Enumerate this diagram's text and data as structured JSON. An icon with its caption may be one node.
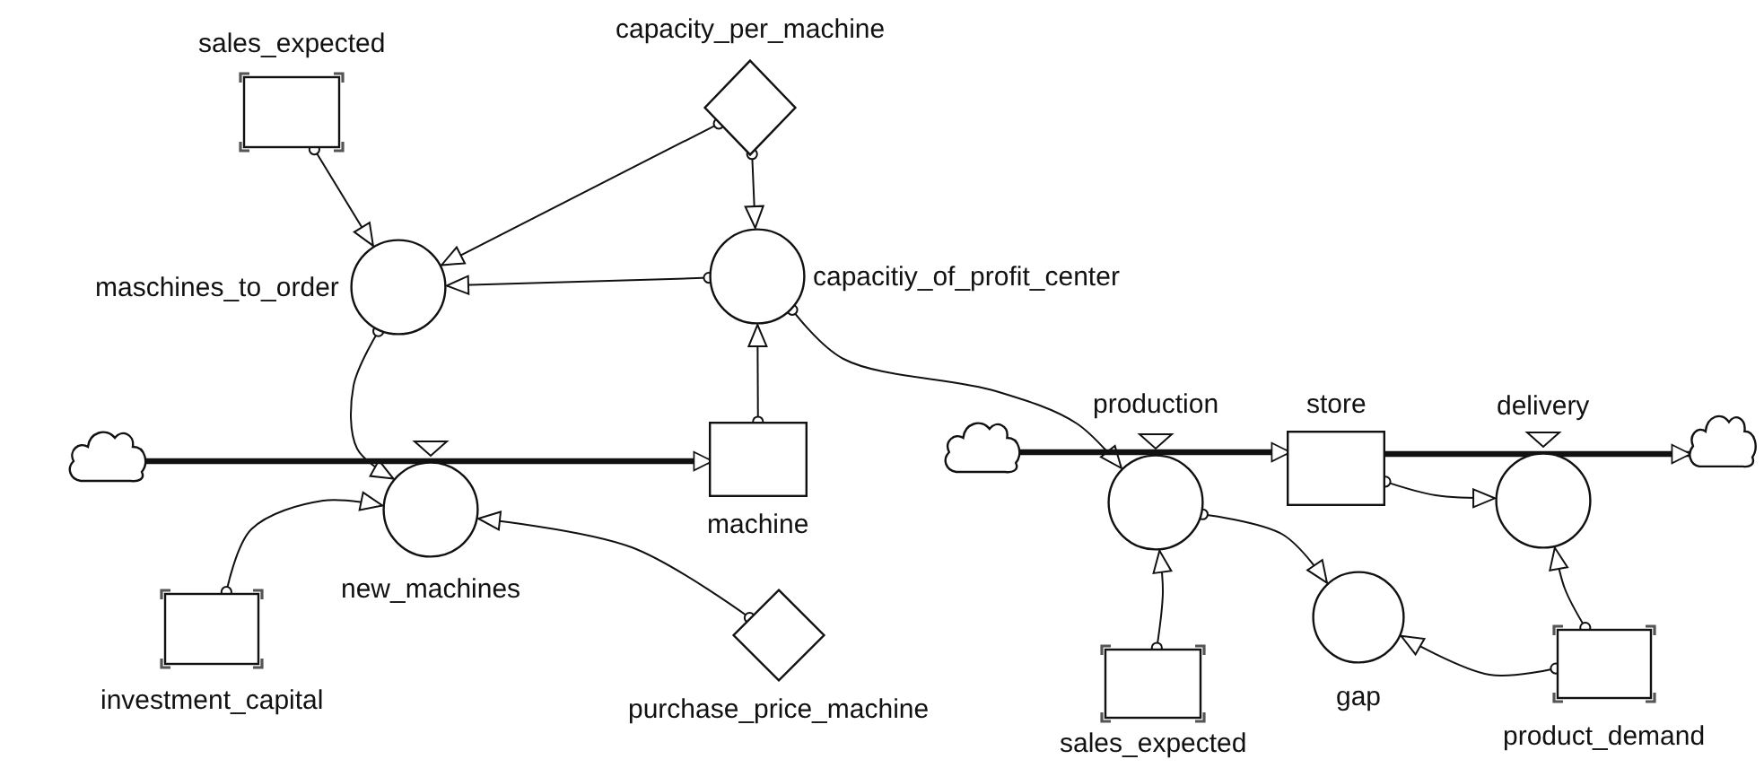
{
  "diagram": {
    "nodes": [
      {
        "text": [
          "sales_expected"
        ]
      },
      {
        "text": [
          "capacity_per_machine"
        ]
      },
      {
        "text": [
          "maschines_to_order"
        ]
      },
      {
        "text": [
          "capacitiy_of_profit_center"
        ]
      },
      {
        "text": [],
        "shape": "cloud"
      },
      {
        "text": [
          "new_machines"
        ]
      },
      {
        "text": [
          "machine"
        ]
      },
      {
        "text": [
          "investment_capital"
        ]
      },
      {
        "text": [
          "purchase_price_machine"
        ]
      },
      {
        "text": [],
        "shape": "cloud"
      },
      {
        "text": [
          "production"
        ]
      },
      {
        "text": [
          "store"
        ]
      },
      {
        "text": [
          "delivery"
        ]
      },
      {
        "text": [],
        "shape": "cloud"
      },
      {
        "text": [
          "gap"
        ]
      },
      {
        "text": [
          "sales_expected"
        ]
      },
      {
        "text": [
          "product_demand"
        ]
      }
    ],
    "edges": [
      {
        "from": 0,
        "to": 2,
        "arrow": "to"
      },
      {
        "from": 1,
        "to": 2,
        "arrow": "to"
      },
      {
        "from": 1,
        "to": 3,
        "arrow": "to"
      },
      {
        "from": 3,
        "to": 2,
        "arrow": "to"
      },
      {
        "from": 6,
        "to": 3,
        "arrow": "to"
      },
      {
        "from": 2,
        "to": 5,
        "arrow": "to"
      },
      {
        "from": 3,
        "to": 10,
        "arrow": "to"
      },
      {
        "from": 7,
        "to": 5,
        "arrow": "to"
      },
      {
        "from": 8,
        "to": 5,
        "arrow": "to"
      },
      {
        "from": 11,
        "to": 12,
        "arrow": "to"
      },
      {
        "from": 10,
        "to": 14,
        "arrow": "to"
      },
      {
        "from": 15,
        "to": 10,
        "arrow": "to"
      },
      {
        "from": 16,
        "to": 14,
        "arrow": "to"
      },
      {
        "from": 16,
        "to": 12,
        "arrow": "to"
      },
      {
        "from": 4,
        "to": 6,
        "arrow": "to",
        "style": "thick"
      },
      {
        "from": 9,
        "to": 11,
        "arrow": "to",
        "style": "thick"
      },
      {
        "from": 11,
        "to": 13,
        "arrow": "to",
        "style": "thick"
      }
    ]
  }
}
